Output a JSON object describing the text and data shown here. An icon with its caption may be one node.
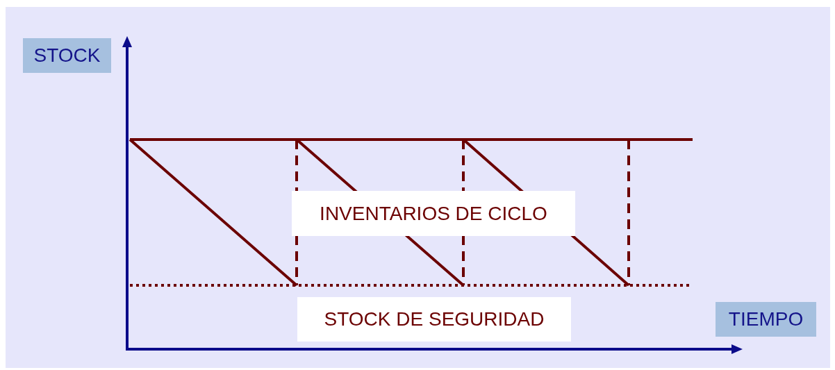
{
  "diagram": {
    "labels": [
      "STOCK",
      "INVENTARIOS DE CICLO",
      "STOCK DE SEGURIDAD",
      "TIEMPO"
    ]
  }
}
